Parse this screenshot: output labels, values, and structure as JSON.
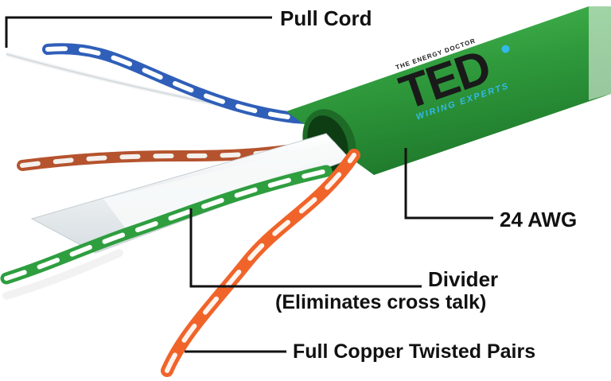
{
  "callouts": {
    "pull_cord": "Pull Cord",
    "awg": "24 AWG",
    "divider_line1": "Divider",
    "divider_line2": "(Eliminates cross talk)",
    "copper_pairs": "Full Copper Twisted Pairs"
  },
  "logo": {
    "tagline_top": "THE ENERGY DOCTOR",
    "wordmark": "TED",
    "tagline_bottom": "WIRING EXPERTS"
  },
  "colors": {
    "jacket": "#2f9a3c",
    "pair_blue": "#2f5fb8",
    "pair_brown": "#b5532e",
    "pair_green": "#2e9e3f",
    "pair_orange": "#f0642a",
    "divider": "#e9eef0",
    "logo_text": "#1a1a1a",
    "logo_accent": "#34b9e8",
    "leader_line": "#111111"
  }
}
